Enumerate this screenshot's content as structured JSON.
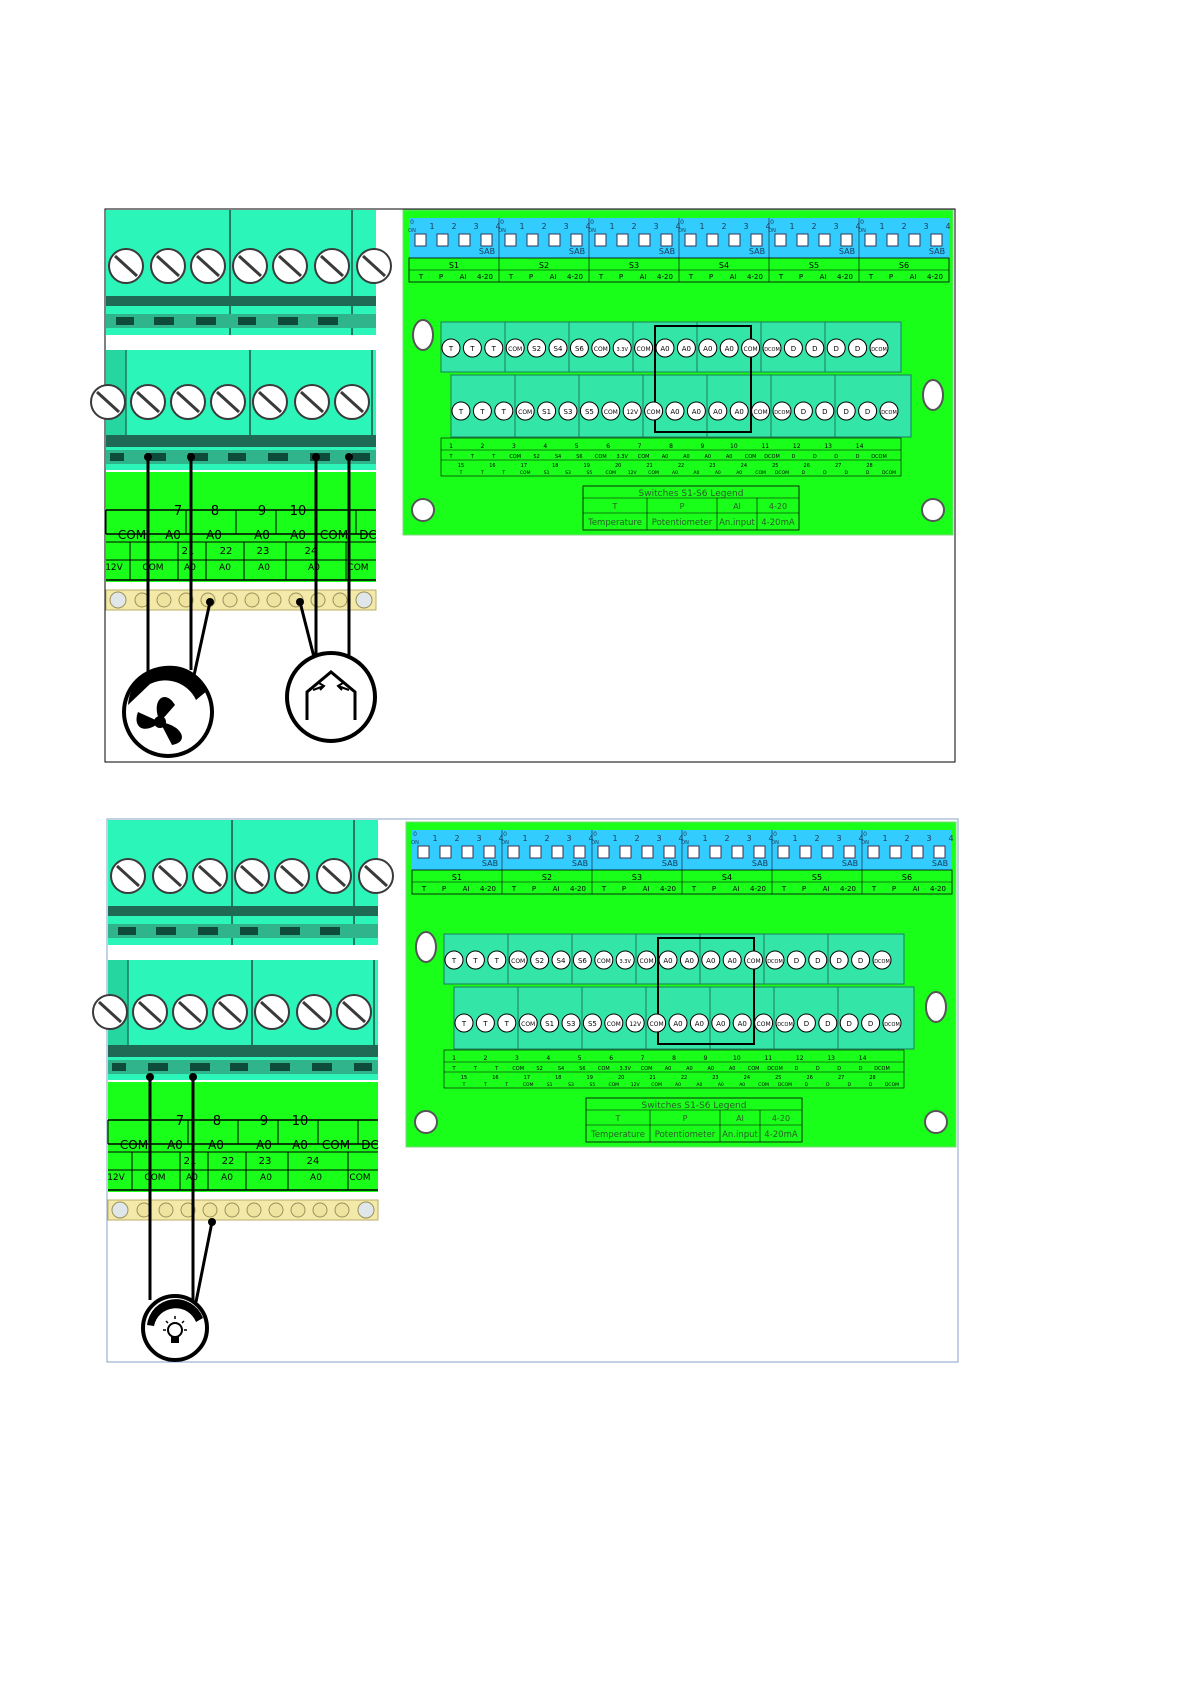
{
  "colors": {
    "board_green": "#1aff1a",
    "terminal_teal": "#2bf5b8",
    "terminal_dark": "#1e7a60",
    "switch_blue": "#33ccff",
    "wire": "#000000",
    "bus_bar": "#f3e9a8"
  },
  "icons": {
    "panel1_devices": [
      "fan-speed-icon",
      "house-damper-icon"
    ],
    "panel2_devices": [
      "dimmer-bulb-icon"
    ]
  },
  "closeup": {
    "top_numbers": [
      "7",
      "8",
      "9",
      "10"
    ],
    "row_top": [
      "COM",
      "A0",
      "A0",
      "A0",
      "A0",
      "COM",
      "DC"
    ],
    "bottom_numbers": [
      "21",
      "22",
      "23",
      "24"
    ],
    "row_bottom": [
      "12V",
      "COM",
      "A0",
      "A0",
      "A0",
      "A0",
      "COM"
    ]
  },
  "board": {
    "switch_header_labels": [
      "0",
      "1",
      "2",
      "3",
      "4"
    ],
    "switch_on_label": "ON",
    "switch_sab_label": "SAB",
    "switch_groups": [
      "S1",
      "S2",
      "S3",
      "S4",
      "S5",
      "S6"
    ],
    "switch_mode_labels": [
      "T",
      "P",
      "AI",
      "4-20"
    ],
    "upper_terminals": [
      "T",
      "T",
      "T",
      "COM",
      "S2",
      "S4",
      "S6",
      "COM",
      "3.3V",
      "COM",
      "A0",
      "A0",
      "A0",
      "A0",
      "COM",
      "DCOM",
      "D",
      "D",
      "D",
      "D",
      "DCOM"
    ],
    "lower_terminals": [
      "T",
      "T",
      "T",
      "COM",
      "S1",
      "S3",
      "S5",
      "COM",
      "12V",
      "COM",
      "A0",
      "A0",
      "A0",
      "A0",
      "COM",
      "DCOM",
      "D",
      "D",
      "D",
      "D",
      "DCOM"
    ],
    "numbers_row1": [
      "1",
      "2",
      "3",
      "4",
      "5",
      "6",
      "7",
      "8",
      "9",
      "10",
      "11",
      "12",
      "13",
      "14"
    ],
    "labels_row1": [
      "T",
      "T",
      "T",
      "COM",
      "S2",
      "S4",
      "S6",
      "COM",
      "3.3V",
      "COM",
      "A0",
      "A0",
      "A0",
      "A0",
      "COM",
      "DCOM",
      "D",
      "D",
      "D",
      "D",
      "DCOM"
    ],
    "numbers_row2": [
      "15",
      "16",
      "17",
      "18",
      "19",
      "20",
      "21",
      "22",
      "23",
      "24",
      "25",
      "26",
      "27",
      "28"
    ],
    "labels_row2": [
      "T",
      "T",
      "T",
      "COM",
      "S1",
      "S3",
      "S5",
      "COM",
      "12V",
      "COM",
      "A0",
      "A0",
      "A0",
      "A0",
      "COM",
      "DCOM",
      "D",
      "D",
      "D",
      "D",
      "DCOM"
    ],
    "legend_title": "Switches S1-S6 Legend",
    "legend_codes": [
      "T",
      "P",
      "AI",
      "4-20"
    ],
    "legend_meanings": [
      "Temperature",
      "Potentiometer",
      "An.input",
      "4-20mA"
    ]
  }
}
